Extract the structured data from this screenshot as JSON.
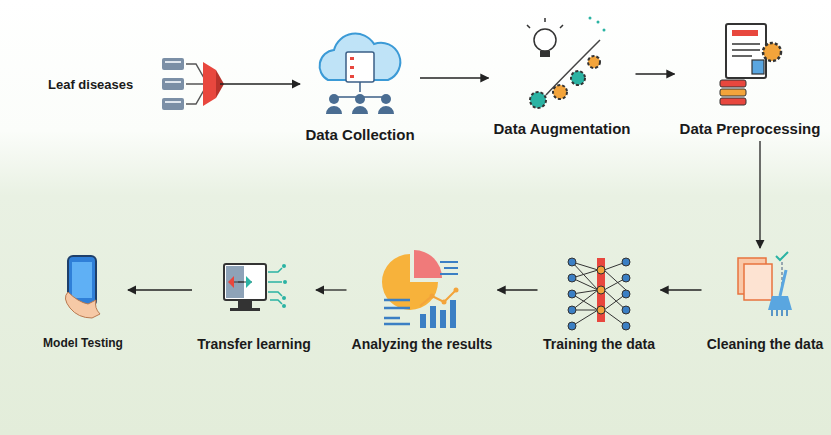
{
  "diagram": {
    "nodes": [
      {
        "text": [
          "Leaf diseases"
        ]
      },
      {
        "text": [
          "Data Collection"
        ]
      },
      {
        "text": [
          "Data Augmentation"
        ]
      },
      {
        "text": [
          "Data Preprocessing"
        ]
      },
      {
        "text": [
          "Cleaning the data"
        ]
      },
      {
        "text": [
          "Training the data"
        ]
      },
      {
        "text": [
          "Analyzing the results"
        ]
      },
      {
        "text": [
          "Transfer learning"
        ]
      },
      {
        "text": [
          "Model Testing"
        ]
      }
    ],
    "edges": [
      {
        "from": 0,
        "to": 1,
        "arrow": "to"
      },
      {
        "from": 1,
        "to": 2,
        "arrow": "to"
      },
      {
        "from": 2,
        "to": 3,
        "arrow": "to"
      },
      {
        "from": 3,
        "to": 4,
        "arrow": "to"
      },
      {
        "from": 4,
        "to": 5,
        "arrow": "to"
      },
      {
        "from": 5,
        "to": 6,
        "arrow": "to"
      },
      {
        "from": 6,
        "to": 7,
        "arrow": "to"
      },
      {
        "from": 7,
        "to": 8,
        "arrow": "to"
      }
    ]
  }
}
